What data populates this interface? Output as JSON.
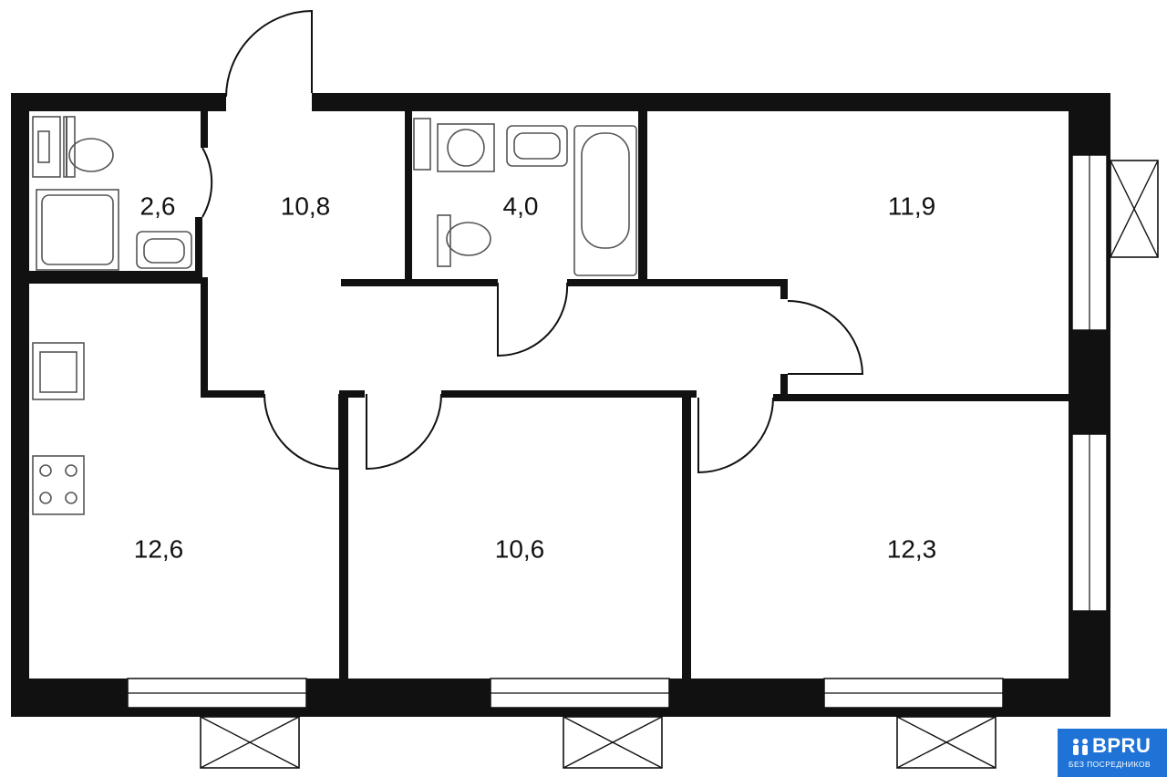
{
  "rooms": [
    {
      "id": "bathroom-small",
      "area": "2,6"
    },
    {
      "id": "hallway",
      "area": "10,8"
    },
    {
      "id": "bathroom-main",
      "area": "4,0"
    },
    {
      "id": "bedroom-top-right",
      "area": "11,9"
    },
    {
      "id": "kitchen",
      "area": "12,6"
    },
    {
      "id": "room-middle",
      "area": "10,6"
    },
    {
      "id": "room-bottom-right",
      "area": "12,3"
    }
  ],
  "colors": {
    "wall": "#111111",
    "fixture": "#555555",
    "background": "#ffffff",
    "logo_bg": "#1f73d6",
    "logo_text": "#ffffff"
  },
  "logo": {
    "brand": "BPRU",
    "tagline": "БЕЗ ПОСРЕДНИКОВ",
    "icon": "people-icon"
  }
}
